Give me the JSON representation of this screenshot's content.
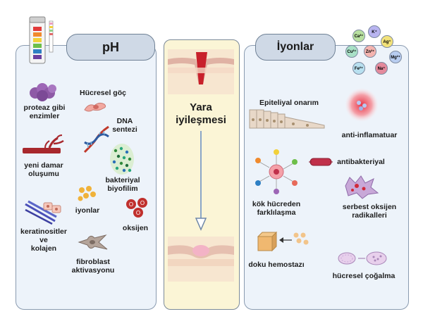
{
  "left_panel": {
    "title": "pH",
    "labels": {
      "protease": "proteaz gibi\nenzimler",
      "cell_migration": "Hücresel göç",
      "dna": "DNA\nsentezi",
      "angiogenesis": "yeni damar\noluşumu",
      "biofilm": "bakteriyal\nbiyofilim",
      "ions": "iyonlar",
      "oxygen": "oksijen",
      "keratinocytes": "keratinositler\nve\nkolajen",
      "fibroblast": "fibroblast\naktivasyonu"
    }
  },
  "center_panel": {
    "title_line1": "Yara",
    "title_line2": "iyileşmesi"
  },
  "right_panel": {
    "title": "İyonlar",
    "labels": {
      "epithelial": "Epiteliyal onarım",
      "anti_inflammatory": "anti-inflamatuar",
      "antibacterial": "antibakteriyal",
      "stem_cell": "kök hücreden\nfarklılaşma",
      "free_radicals": "serbest oksijen\nradikalleri",
      "hemostasis": "doku hemostazı",
      "proliferation": "hücresel çoğalma"
    },
    "ions": [
      {
        "label": "Ca²⁺",
        "color": "#b8e0a0"
      },
      {
        "label": "K⁺",
        "color": "#b8b4f0"
      },
      {
        "label": "Ag⁺",
        "color": "#f2e27a"
      },
      {
        "label": "Cu²⁺",
        "color": "#a8e0c6"
      },
      {
        "label": "Zn²⁺",
        "color": "#f4b4b0"
      },
      {
        "label": "Mg²⁺",
        "color": "#b8cdf0"
      },
      {
        "label": "Fe²⁺",
        "color": "#b8e0f0"
      },
      {
        "label": "Na⁺",
        "color": "#e48a9c"
      }
    ]
  },
  "colors": {
    "panel_bg": "#edf3fa",
    "panel_border": "#8a9bb0",
    "header_bg": "#cfd9e6",
    "center_bg": "#fbf5d6"
  }
}
